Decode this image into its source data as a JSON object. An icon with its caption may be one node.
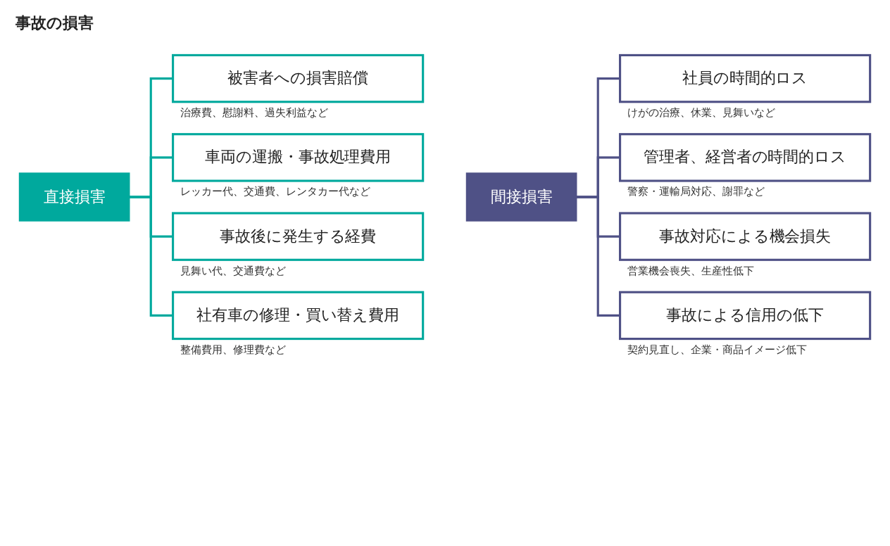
{
  "diagram": {
    "title": "事故の損害",
    "nodes": [
      {
        "text": [
          "直接損害"
        ]
      },
      {
        "text": [
          "被害者への損害賠償"
        ],
        "beside": [
          "治療費、慰謝料、過失利益など"
        ]
      },
      {
        "text": [
          "車両の運搬・事故処理費用"
        ],
        "beside": [
          "レッカー代、交通費、レンタカー代など"
        ]
      },
      {
        "text": [
          "事故後に発生する経費"
        ],
        "beside": [
          "見舞い代、交通費など"
        ]
      },
      {
        "text": [
          "社有車の修理・買い替え費用"
        ],
        "beside": [
          "整備費用、修理費など"
        ]
      },
      {
        "text": [
          "間接損害"
        ]
      },
      {
        "text": [
          "社員の時間的ロス"
        ],
        "beside": [
          "けがの治療、休業、見舞いなど"
        ]
      },
      {
        "text": [
          "管理者、経営者の時間的ロス"
        ],
        "beside": [
          "警察・運輸局対応、謝罪など"
        ]
      },
      {
        "text": [
          "事故対応による機会損失"
        ],
        "beside": [
          "営業機会喪失、生産性低下"
        ]
      },
      {
        "text": [
          "事故による信用の低下"
        ],
        "beside": [
          "契約見直し、企業・商品イメージ低下"
        ]
      }
    ],
    "edges": [
      {
        "from": 0,
        "to": 1,
        "arrow": "none",
        "color": "#00a99d"
      },
      {
        "from": 0,
        "to": 2,
        "arrow": "none",
        "color": "#00a99d"
      },
      {
        "from": 0,
        "to": 3,
        "arrow": "none",
        "color": "#00a99d"
      },
      {
        "from": 0,
        "to": 4,
        "arrow": "none",
        "color": "#00a99d"
      },
      {
        "from": 5,
        "to": 6,
        "arrow": "none",
        "color": "#4f5186"
      },
      {
        "from": 5,
        "to": 7,
        "arrow": "none",
        "color": "#4f5186"
      },
      {
        "from": 5,
        "to": 8,
        "arrow": "none",
        "color": "#4f5186"
      },
      {
        "from": 5,
        "to": 9,
        "arrow": "none",
        "color": "#4f5186"
      }
    ]
  }
}
